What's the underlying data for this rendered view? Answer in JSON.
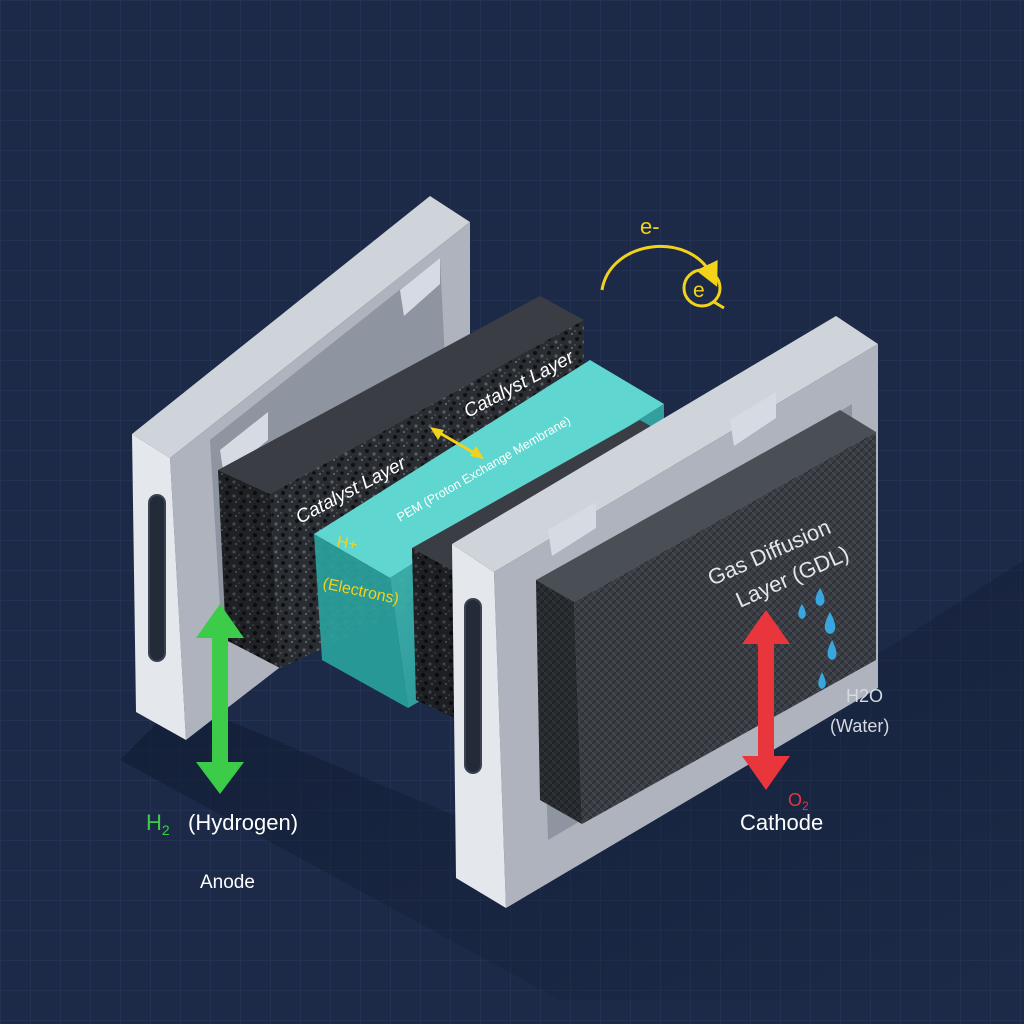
{
  "labels": {
    "catalyst_left": "Catalyst Layer",
    "catalyst_right": "Catalyst Layer",
    "pem": "PEM (Proton Exchange Membrane)",
    "proton_line1": "H+",
    "proton_line2": "(Electrons)",
    "gdl_line1": "Gas Diffusion",
    "gdl_line2": "Layer (GDL)",
    "electron_top": "e-",
    "electron_circle": "e",
    "hydrogen_symbol": "H",
    "hydrogen_sub": "2",
    "hydrogen_name": "(Hydrogen)",
    "anode": "Anode",
    "water_line1": "H2O",
    "water_line2": "(Water)",
    "oxygen_symbol": "O",
    "oxygen_sub": "2",
    "cathode": "Cathode"
  },
  "colors": {
    "background": "#1c2a48",
    "grid": "#2a3a5c",
    "plate_front": "#e4e7ec",
    "plate_side": "#b7bcc6",
    "plate_top": "#cfd3da",
    "porous_dark": "#1f2226",
    "porous_mid": "#3a3e44",
    "pem_teal": "#2fa9a6",
    "hydrogen_arrow": "#3ccc4a",
    "oxygen_arrow": "#e8363c",
    "electron_yellow": "#f2d21a",
    "water_blue": "#3aa6e0",
    "label_white": "#ffffff",
    "label_light": "#d6dae2"
  }
}
